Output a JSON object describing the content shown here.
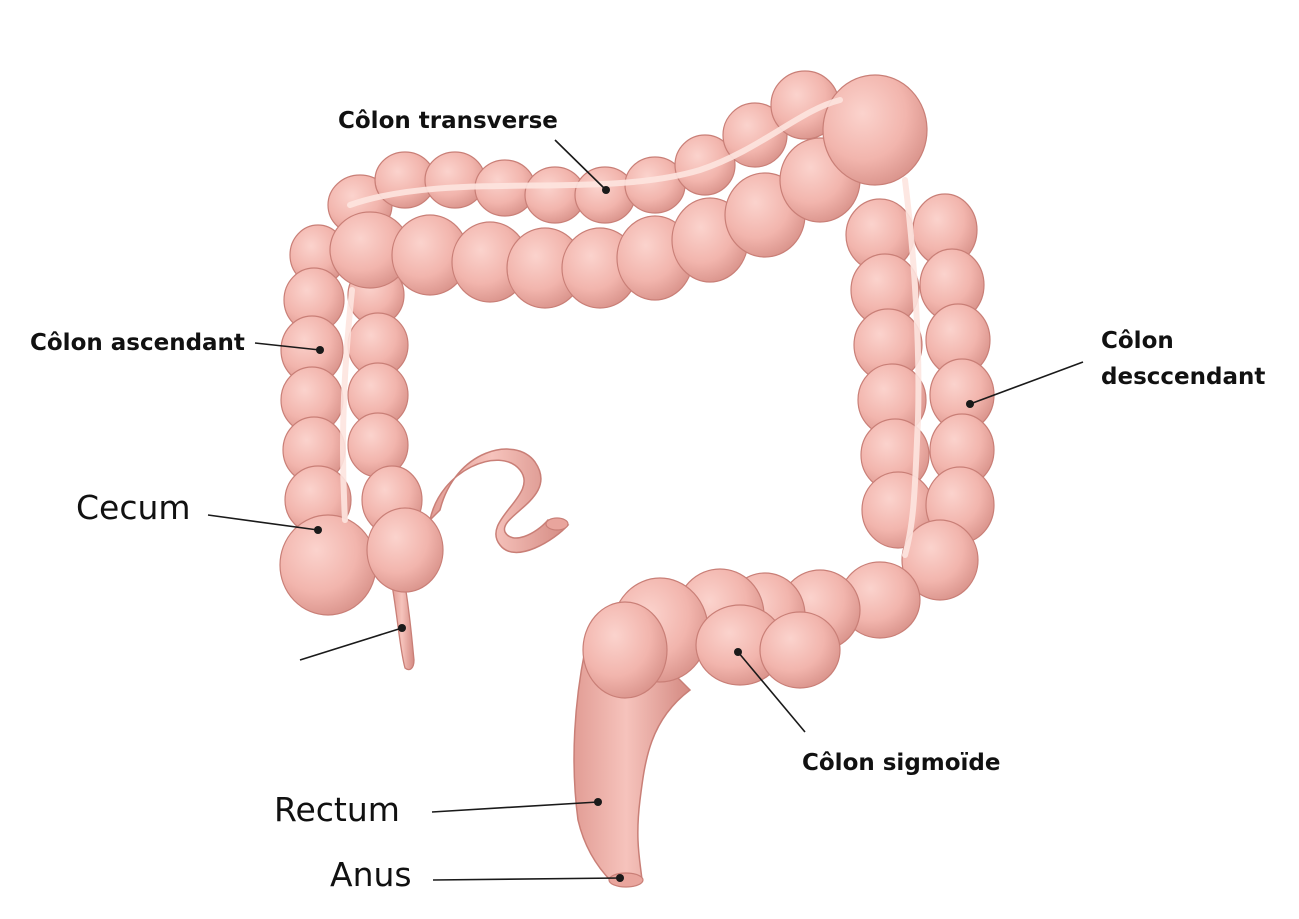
{
  "diagram": {
    "colors": {
      "tissue": "#f2b5ad",
      "tissue_light": "#fbd3cd",
      "tissue_dark": "#c97f77",
      "band": "#fde4df",
      "leader": "#1a1a1a",
      "text": "#111111"
    },
    "labels": {
      "transverse": "Côlon transverse",
      "ascending": "Côlon ascendant",
      "descending_line1": "Côlon",
      "descending_line2": "desccendant",
      "cecum": "Cecum",
      "sigmoid": "Côlon sigmoïde",
      "rectum": "Rectum",
      "anus": "Anus",
      "appendix": ""
    }
  }
}
